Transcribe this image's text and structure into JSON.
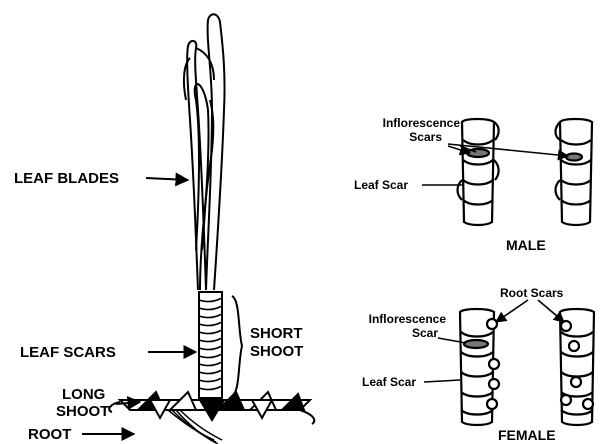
{
  "labels": {
    "leaf_blades": "LEAF BLADES",
    "leaf_scars": "LEAF SCARS",
    "short_shoot_1": "SHORT",
    "short_shoot_2": "SHOOT",
    "long_shoot_1": "LONG",
    "long_shoot_2": "SHOOT",
    "root": "ROOT",
    "male_infl_1": "Inflorescence",
    "male_infl_2": "Scars",
    "male_leaf_scar": "Leaf Scar",
    "male_title": "MALE",
    "root_scars": "Root Scars",
    "female_infl_1": "Inflorescence",
    "female_infl_2": "Scar",
    "female_leaf_scar": "Leaf Scar",
    "female_title": "FEMALE"
  }
}
